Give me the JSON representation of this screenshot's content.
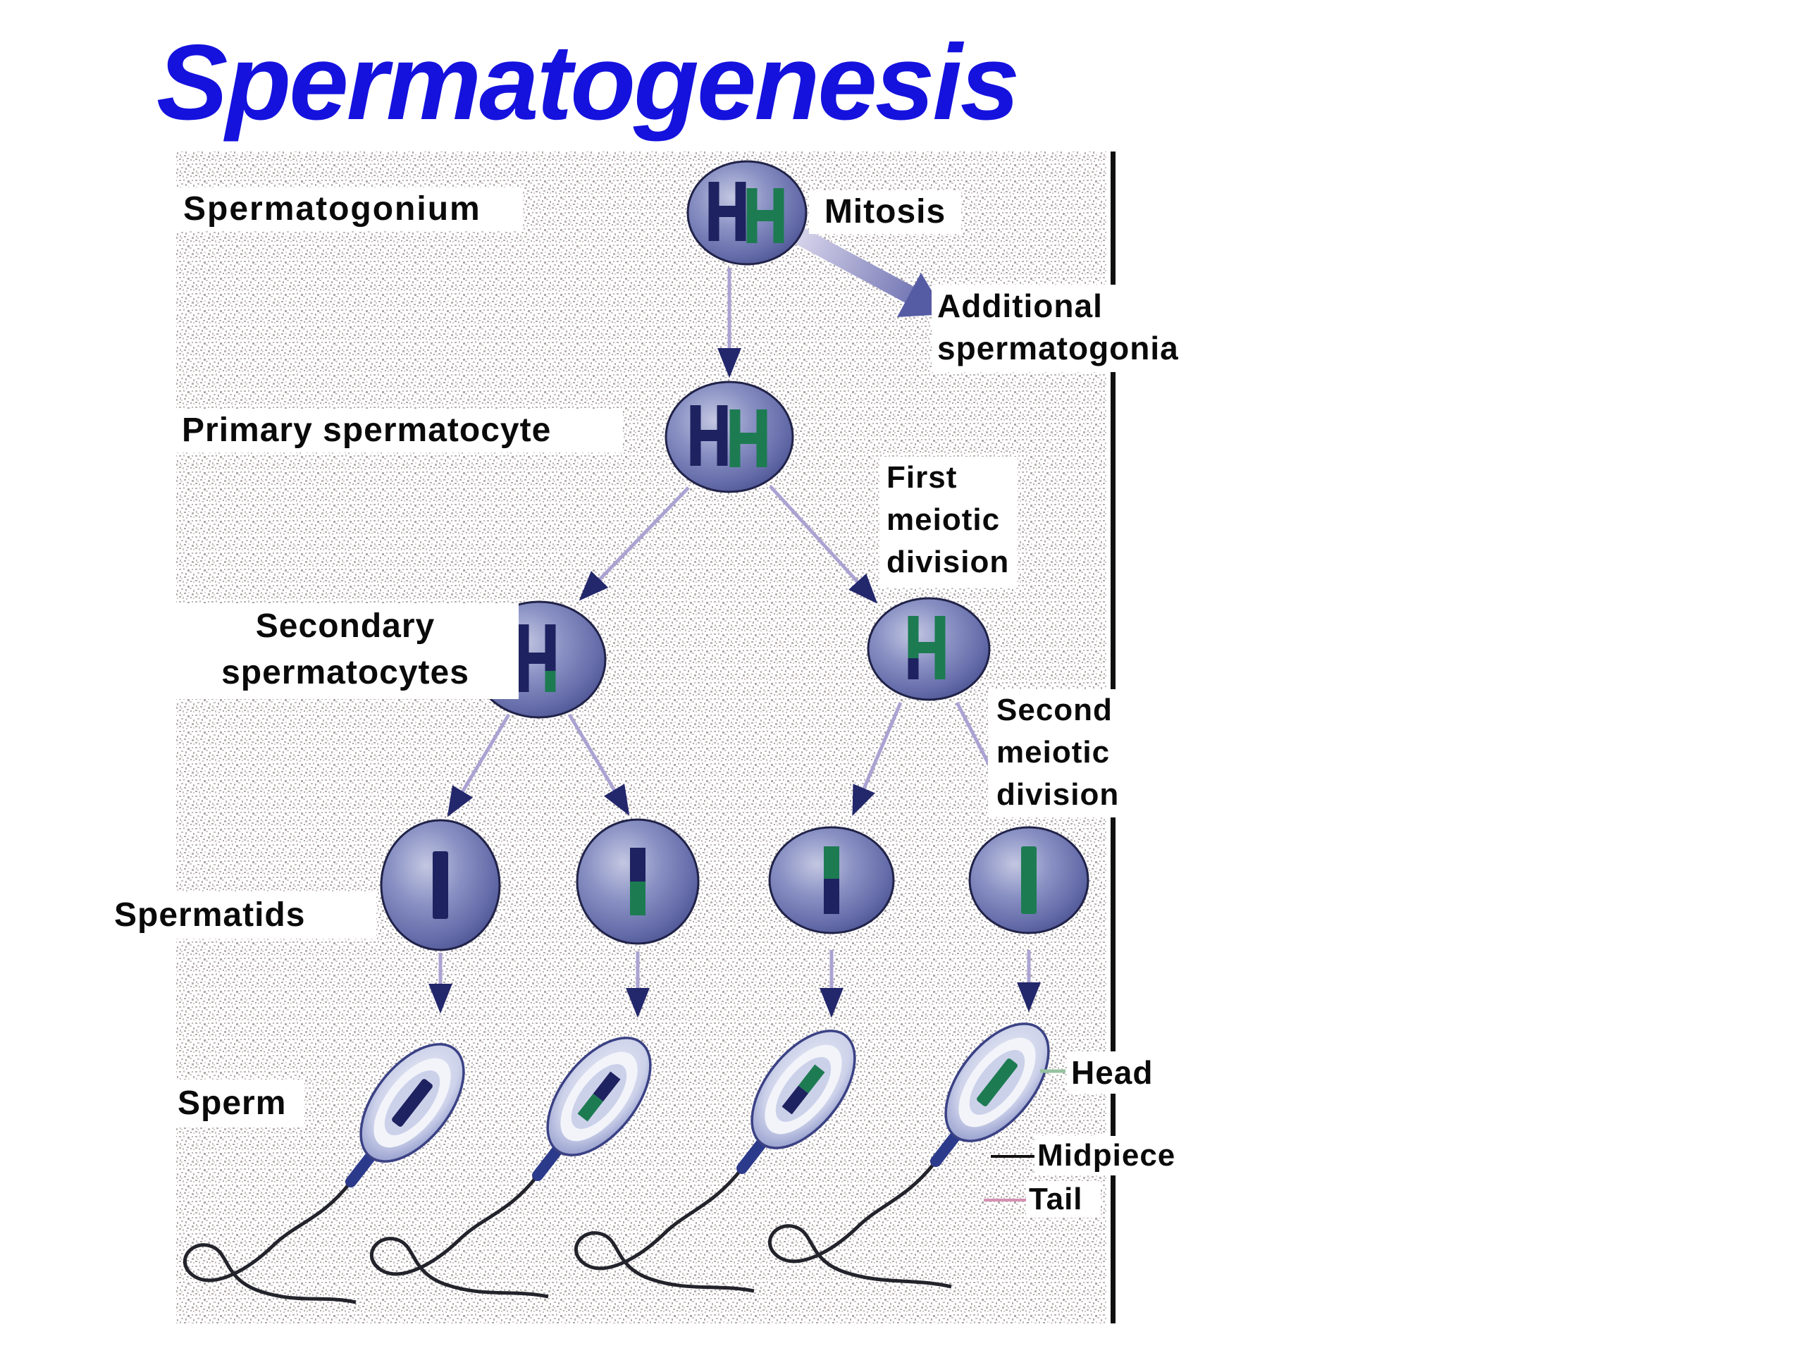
{
  "title": "Spermatogenesis",
  "labels": {
    "spermatogonium": "Spermatogonium",
    "mitosis": "Mitosis",
    "additional": [
      "Additional",
      "spermatogonia"
    ],
    "primary": "Primary spermatocyte",
    "first_meiotic": [
      "First",
      "meiotic",
      "division"
    ],
    "secondary": [
      "Secondary",
      "spermatocytes"
    ],
    "second_meiotic": [
      "Second",
      "meiotic",
      "division"
    ],
    "spermatids": "Spermatids",
    "sperm": "Sperm",
    "head": "Head",
    "midpiece": "Midpiece",
    "tail": "Tail"
  },
  "colors": {
    "title_blue": "#1512de",
    "label_text": "#0a0a0a",
    "chromosome_navy": "#1e2260",
    "chromosome_green": "#1d7b52",
    "cell_blue": "#7e86bf",
    "arrow_shaft_purple": "#aaa3d2",
    "arrowhead_navy": "#23276b",
    "mitosis_arrow_purple": "#6065aa",
    "head_leader_green": "#96c3a0",
    "midpiece_leader_black": "#111111",
    "tail_leader_pink": "#d490b4",
    "diagram_border": "#101010"
  }
}
